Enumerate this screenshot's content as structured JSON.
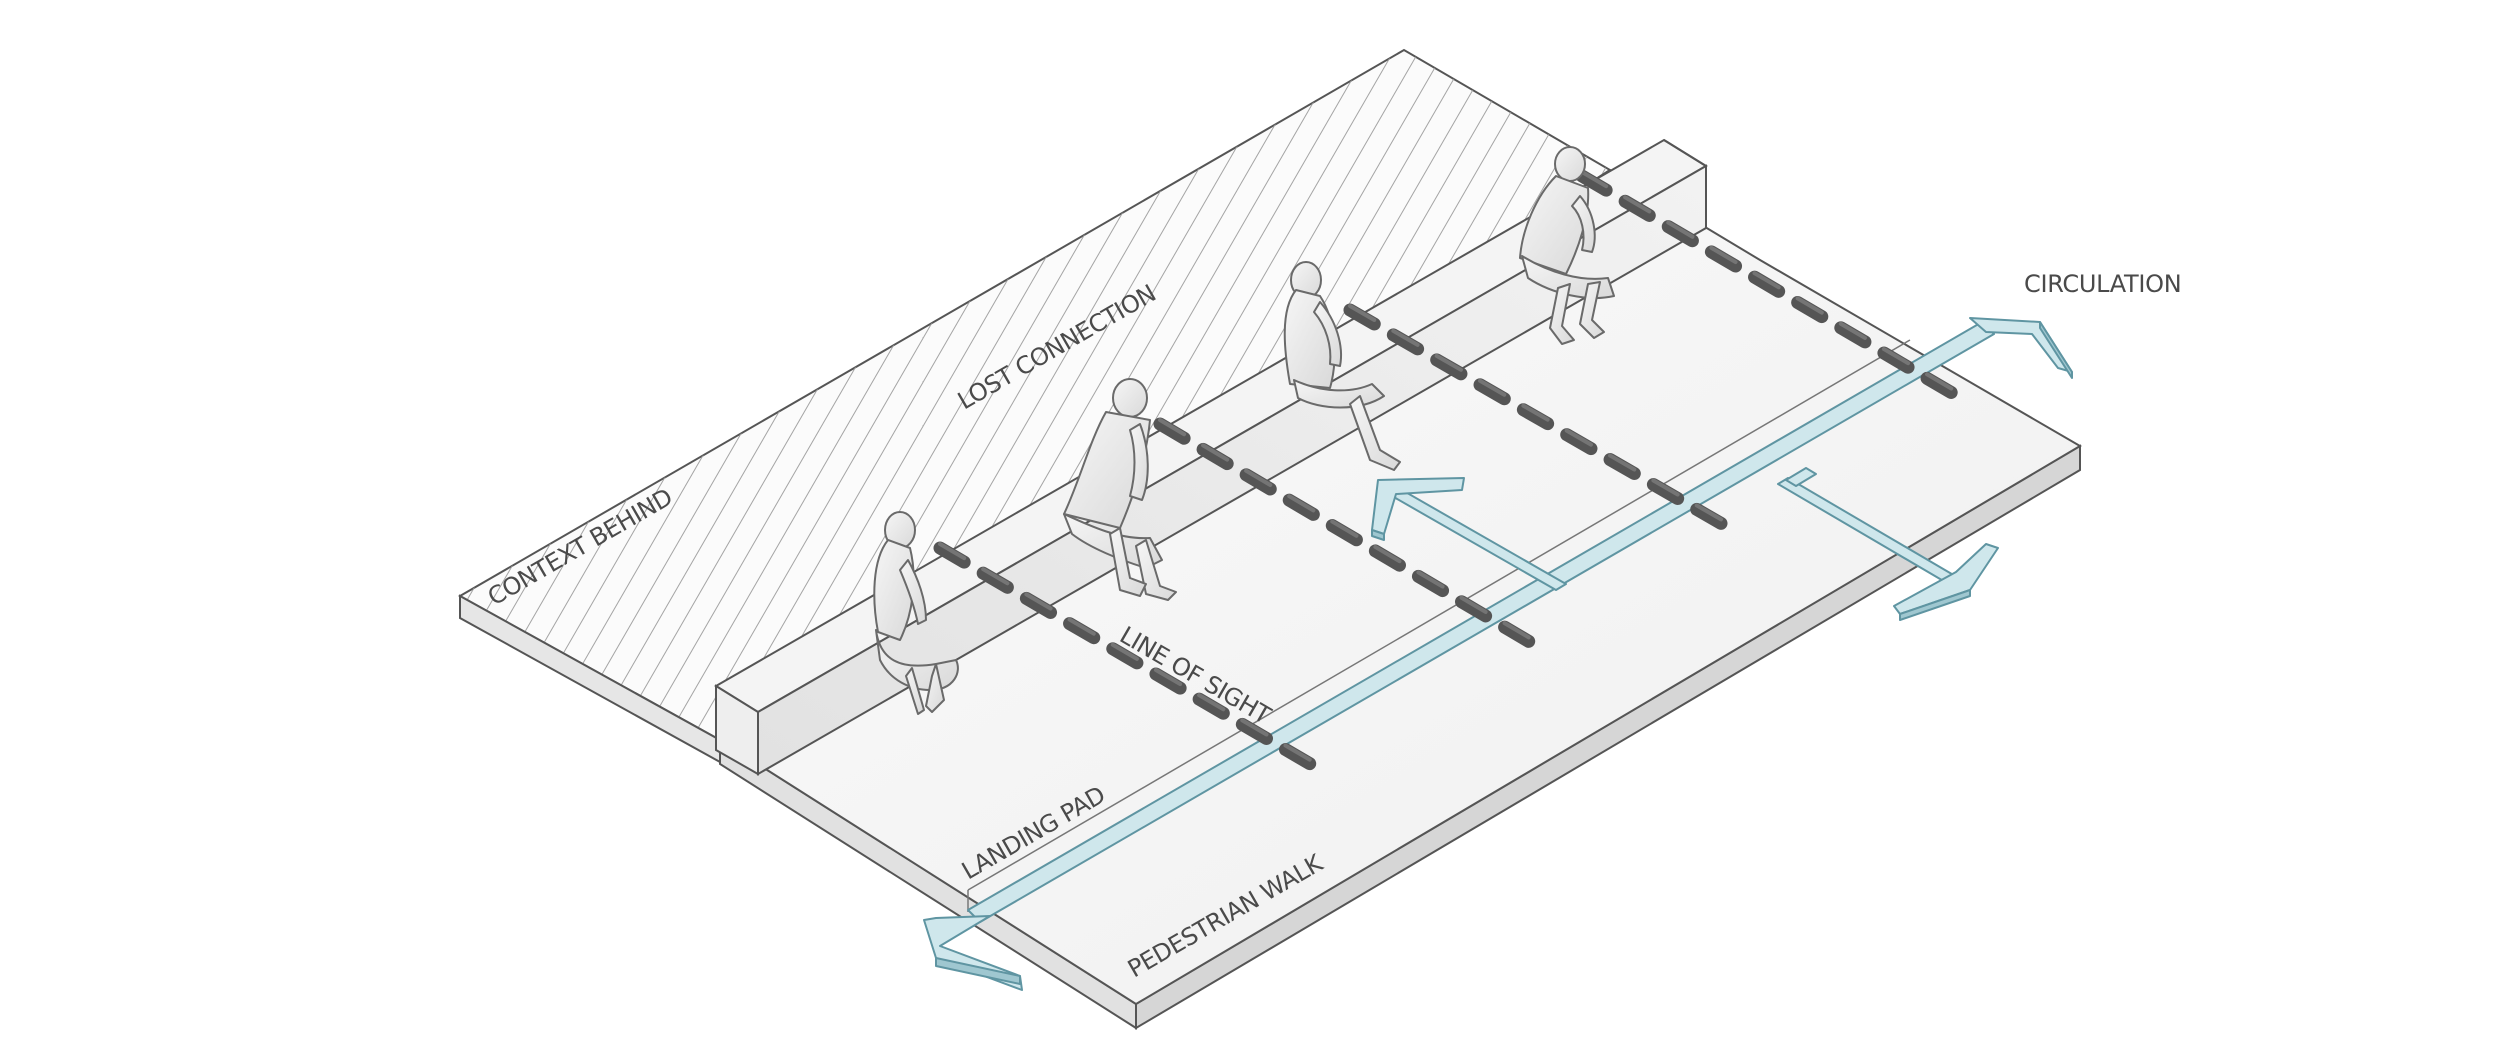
{
  "labels": {
    "context_behind": "CONTEXT BEHIND",
    "lost_connection": "LOST CONNECTION",
    "line_of_sight": "LINE OF SIGHT",
    "landing_pad": "LANDING PAD",
    "pedestrian_walk": "PEDESTRIAN WALK",
    "circulation": "CIRCULATION"
  },
  "colors": {
    "circulation_arrow": "#cfe7ec",
    "circulation_arrow_edge": "#6fa2ae",
    "hatch": "#9a9a9a",
    "sightline_dash": "#555555",
    "platform_top": "#f7f7f7",
    "platform_side": "#e4e4e4",
    "bench_front": "#e8e8e8",
    "bench_top": "#f3f3f3"
  },
  "figures": [
    {
      "name": "seated-woman-left"
    },
    {
      "name": "seated-man-phone"
    },
    {
      "name": "seated-woman-legs-crossed"
    },
    {
      "name": "seated-man-right"
    }
  ]
}
